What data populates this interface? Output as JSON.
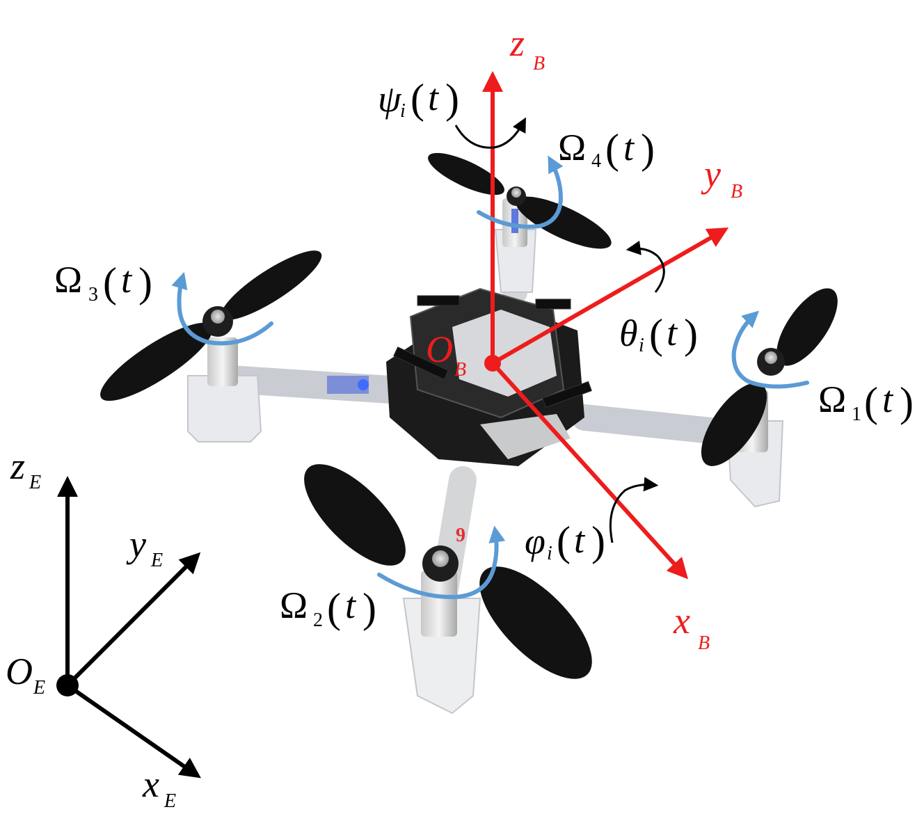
{
  "body_frame": {
    "origin": {
      "base": "O",
      "sub": "B"
    },
    "x_axis": {
      "base": "x",
      "sub": "B"
    },
    "y_axis": {
      "base": "y",
      "sub": "B"
    },
    "z_axis": {
      "base": "z",
      "sub": "B"
    },
    "color": "#ee1c1c"
  },
  "earth_frame": {
    "origin": {
      "base": "O",
      "sub": "E"
    },
    "x_axis": {
      "base": "x",
      "sub": "E"
    },
    "y_axis": {
      "base": "y",
      "sub": "E"
    },
    "z_axis": {
      "base": "z",
      "sub": "E"
    },
    "color": "#000000"
  },
  "angles": {
    "roll": {
      "base": "φ",
      "sub": "i",
      "arg": "t"
    },
    "pitch": {
      "base": "θ",
      "sub": "i",
      "arg": "t"
    },
    "yaw": {
      "base": "ψ",
      "sub": "i",
      "arg": "t"
    },
    "color": "#000000"
  },
  "rotors": [
    {
      "base": "Ω",
      "sub": "1",
      "arg": "t"
    },
    {
      "base": "Ω",
      "sub": "2",
      "arg": "t"
    },
    {
      "base": "Ω",
      "sub": "3",
      "arg": "t"
    },
    {
      "base": "Ω",
      "sub": "4",
      "arg": "t"
    }
  ],
  "rotor_arrow_color": "#5b9bd5",
  "drone_board_label": "9"
}
